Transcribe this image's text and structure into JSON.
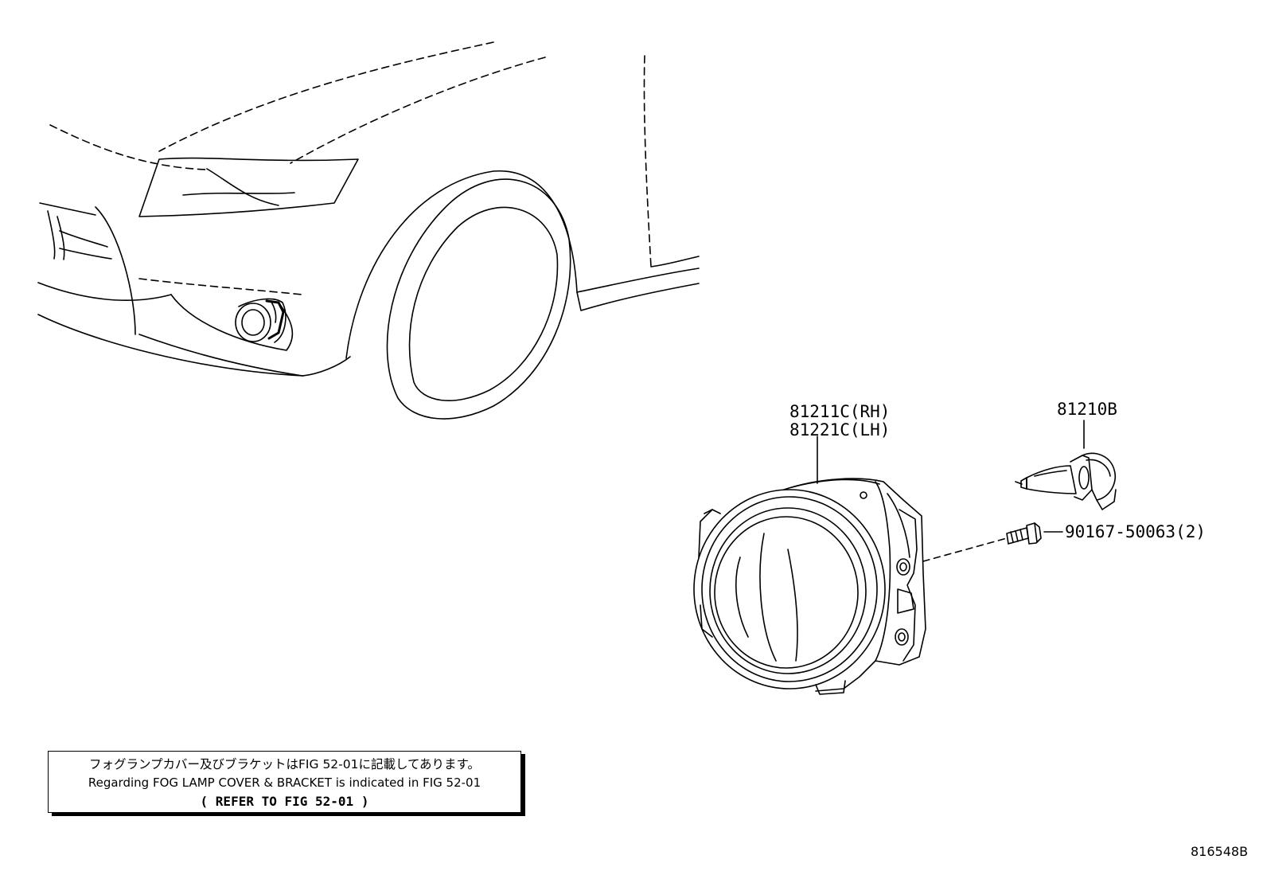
{
  "parts": {
    "fog_lamp_rh": "81211C(RH)",
    "fog_lamp_lh": "81221C(LH)",
    "bulb": "81210B",
    "screw": "90167-50063(2)"
  },
  "note": {
    "japanese": "フォグランプカバー及びブラケットはFIG 52-01に記載してあります。",
    "english": "Regarding FOG LAMP COVER & BRACKET is indicated in FIG 52-01",
    "refer": "(  REFER TO FIG 52-01  )"
  },
  "figure_code": "816548B"
}
